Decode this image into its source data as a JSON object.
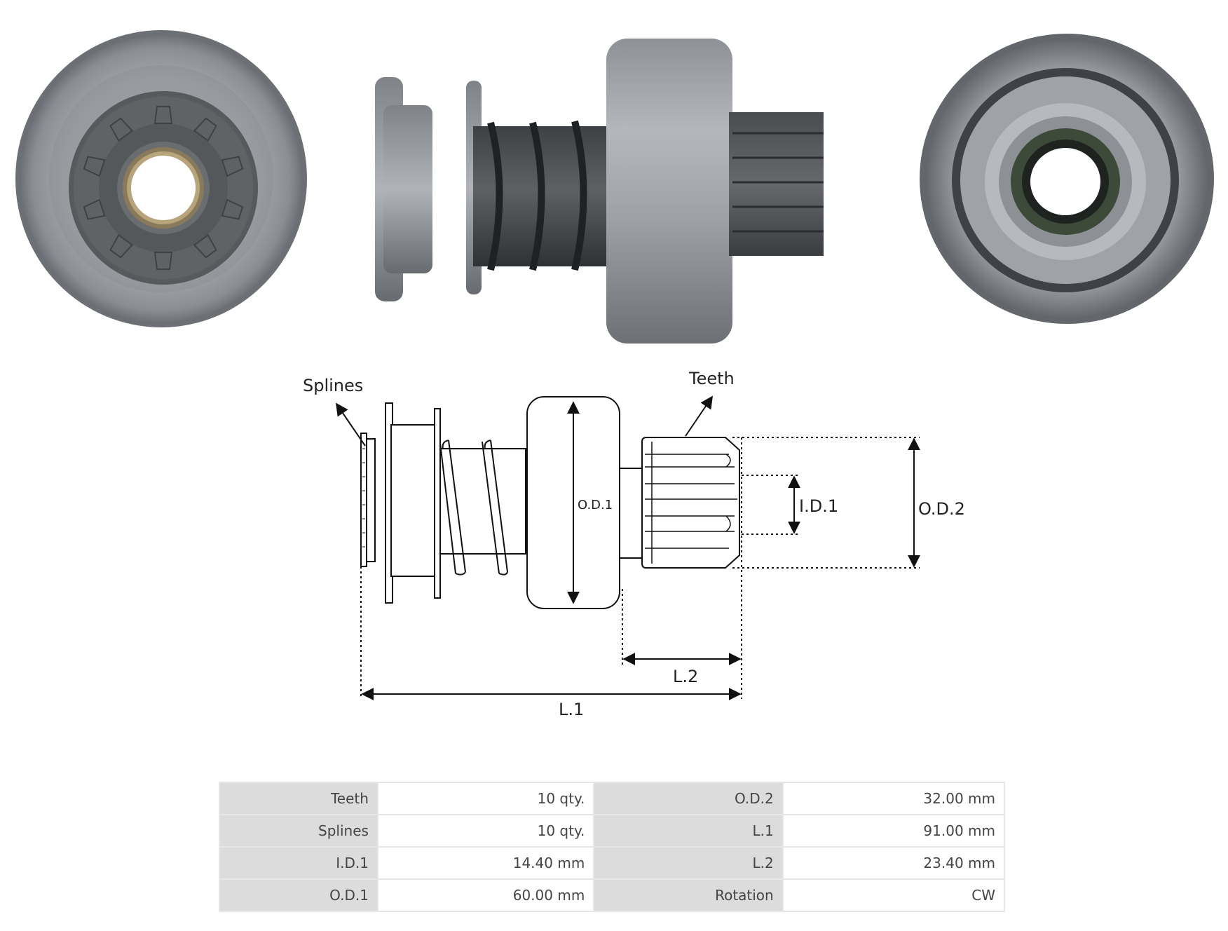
{
  "diagram": {
    "labels": {
      "splines": "Splines",
      "teeth": "Teeth",
      "od1": "O.D.1",
      "id1": "I.D.1",
      "od2": "O.D.2",
      "l2": "L.2",
      "l1": "L.1"
    }
  },
  "specs": {
    "rows": [
      {
        "k1": "Teeth",
        "v1": "10 qty.",
        "k2": "O.D.2",
        "v2": "32.00 mm"
      },
      {
        "k1": "Splines",
        "v1": "10 qty.",
        "k2": "L.1",
        "v2": "91.00 mm"
      },
      {
        "k1": "I.D.1",
        "v1": "14.40 mm",
        "k2": "L.2",
        "v2": "23.40 mm"
      },
      {
        "k1": "O.D.1",
        "v1": "60.00 mm",
        "k2": "Rotation",
        "v2": "CW"
      }
    ]
  }
}
